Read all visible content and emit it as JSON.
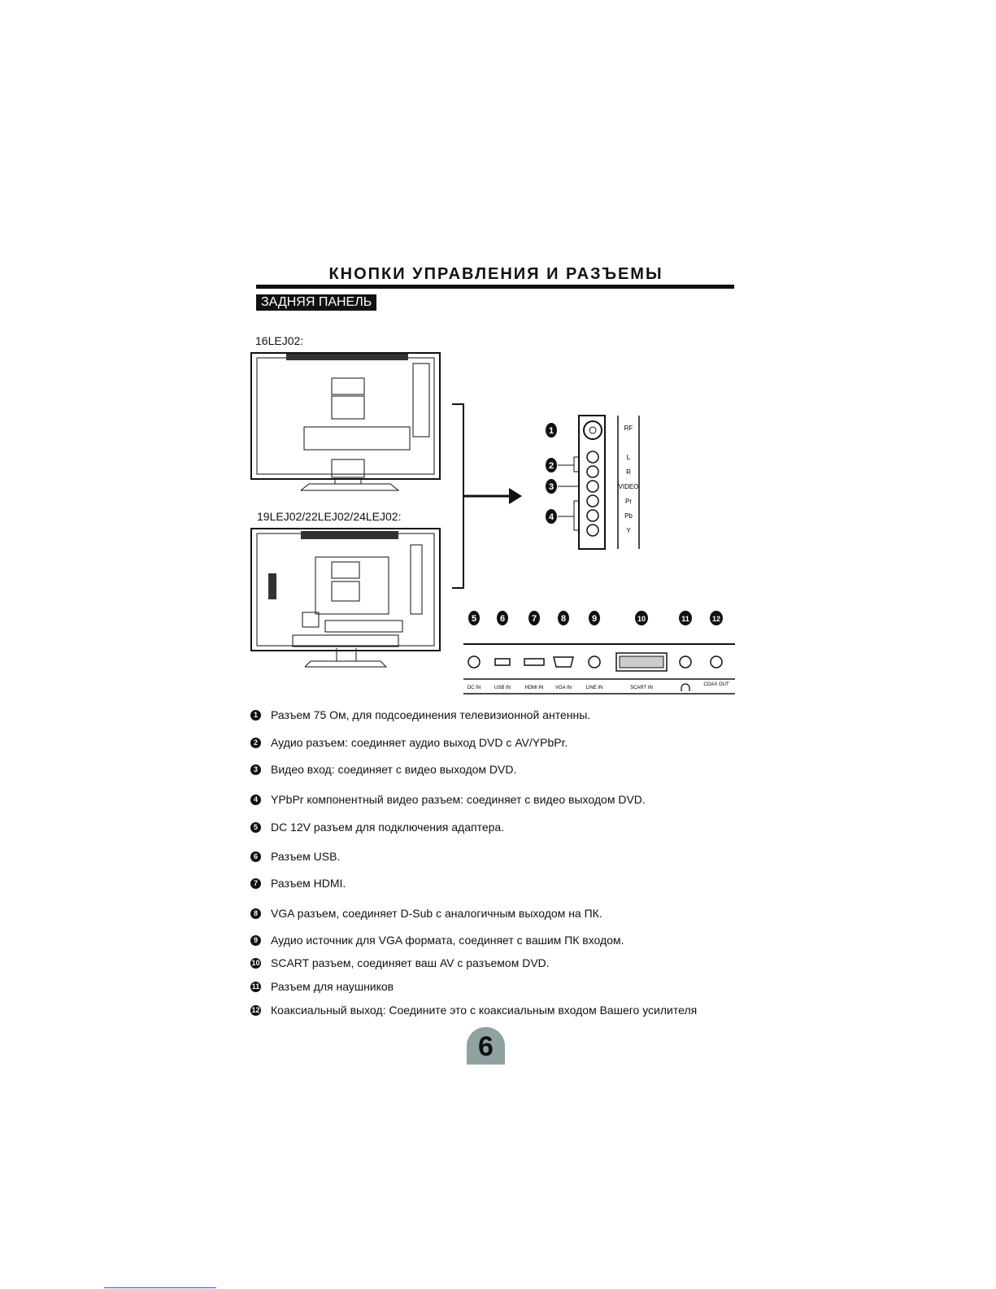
{
  "header": {
    "title": "КНОПКИ УПРАВЛЕНИЯ И РАЗЪЕМЫ",
    "section": "ЗАДНЯЯ ПАНЕЛЬ"
  },
  "models": {
    "top": "16LEJ02:",
    "bottom": "19LEJ02/22LEJ02/24LEJ02:"
  },
  "side_panel": {
    "labels": [
      "RF",
      "L",
      "R",
      "VIDEO",
      "Pr",
      "Pb",
      "Y"
    ]
  },
  "bottom_panel": {
    "labels": [
      "DC IN",
      "USB IN",
      "HDMI IN",
      "VGA IN",
      "LINE IN",
      "SCART IN",
      "COAX OUT"
    ]
  },
  "numbers": [
    "1",
    "2",
    "3",
    "4",
    "5",
    "6",
    "7",
    "8",
    "9",
    "10",
    "11",
    "12"
  ],
  "legend": [
    {
      "num": "1",
      "text": "Разъем 75 Ом, для подсоединения телевизионной антенны."
    },
    {
      "num": "2",
      "text": "Аудио разъем: соединяет аудио выход DVD с AV/YPbPr."
    },
    {
      "num": "3",
      "text": "Видео вход: соединяет с видео выходом DVD."
    },
    {
      "num": "4",
      "text": "YPbPr компонентный видео разъем: соединяет с видео выходом DVD."
    },
    {
      "num": "5",
      "text": "DC 12V разъем для подключения адаптера."
    },
    {
      "num": "6",
      "text": "Разъем USB."
    },
    {
      "num": "7",
      "text": "Разъем  HDMI."
    },
    {
      "num": "8",
      "text": "VGA разъем, соединяет D-Sub с аналогичным выходом на ПК."
    },
    {
      "num": "9",
      "text": "Аудио источник для VGA формата, соединяет с вашим ПК входом."
    },
    {
      "num": "10",
      "text": "SCART разъем, соединяет ваш AV с разъемом DVD."
    },
    {
      "num": "11",
      "text": "Разъем для наушников"
    },
    {
      "num": "12",
      "text": "Коаксиальный выход: Соедините это с коаксиальным входом Вашего усилителя"
    }
  ],
  "page_number": "6"
}
